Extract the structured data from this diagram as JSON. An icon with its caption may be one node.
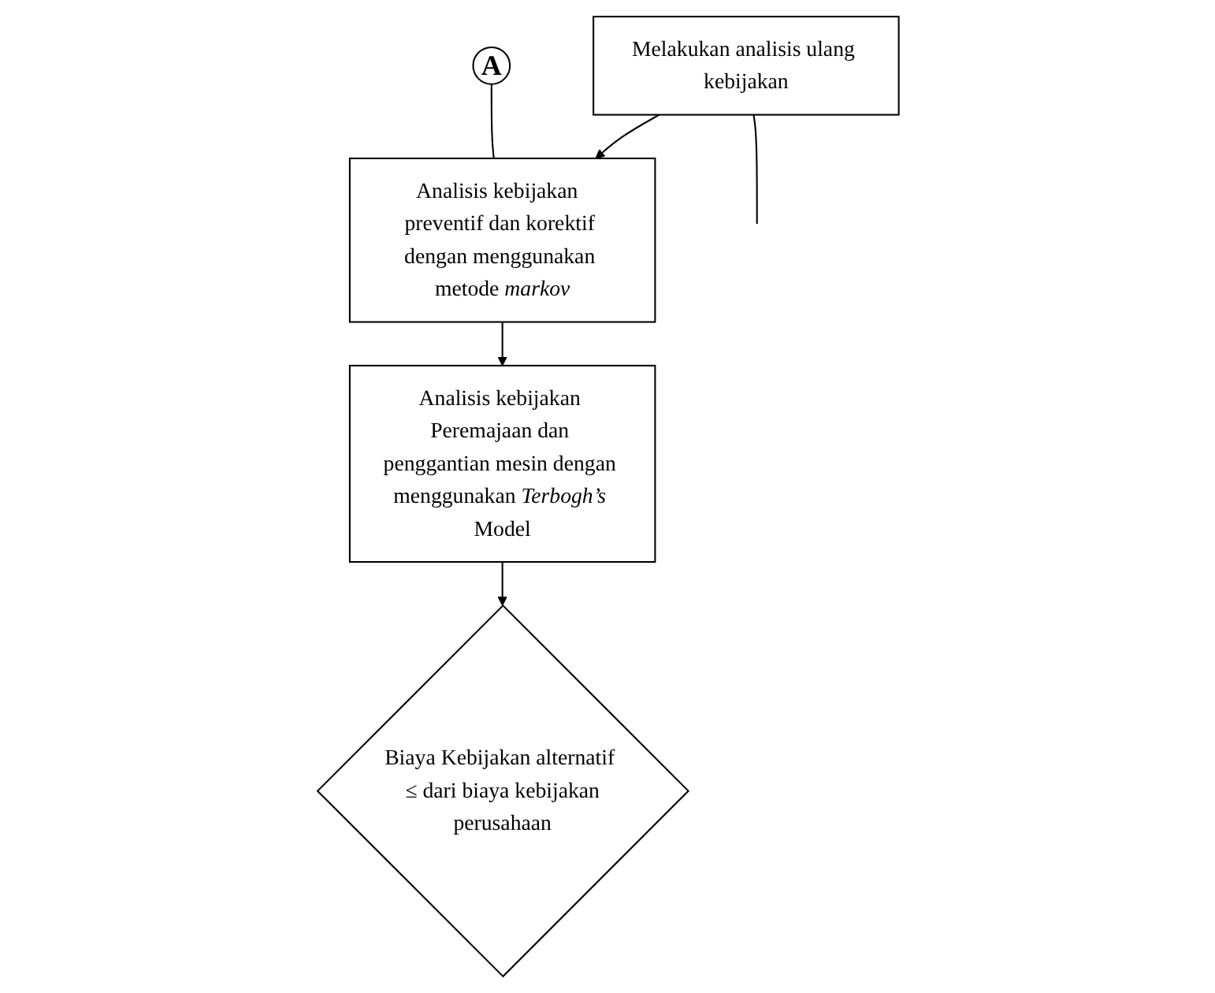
{
  "diagram": {
    "nodes": [
      {
        "text": [
          "A"
        ]
      },
      {
        "text": [
          "Analisis kebijakan  preventif dan korektif dengan menggunakan metode *markov*"
        ]
      },
      {
        "text": [
          "Analisis kebijakan Peremajaan dan penggantian mesin dengan menggunakan *Terbogh’s* Model"
        ]
      },
      {
        "text": [
          "Biaya Kebijakan alternatif  ≤ dari biaya kebijakan perusahaan"
        ]
      },
      {
        "text": [
          "Melakukan analisis ulang kebijakan"
        ]
      }
    ],
    "edges": [
      {
        "from": 0,
        "to": 1,
        "arrow": "none"
      },
      {
        "from": 1,
        "to": 2,
        "arrow": "to"
      },
      {
        "from": 2,
        "to": 3,
        "arrow": "to"
      },
      {
        "from": 4,
        "to": 1,
        "arrow": "to"
      },
      {
        "from": null,
        "to": 4,
        "arrow": "none"
      }
    ]
  }
}
